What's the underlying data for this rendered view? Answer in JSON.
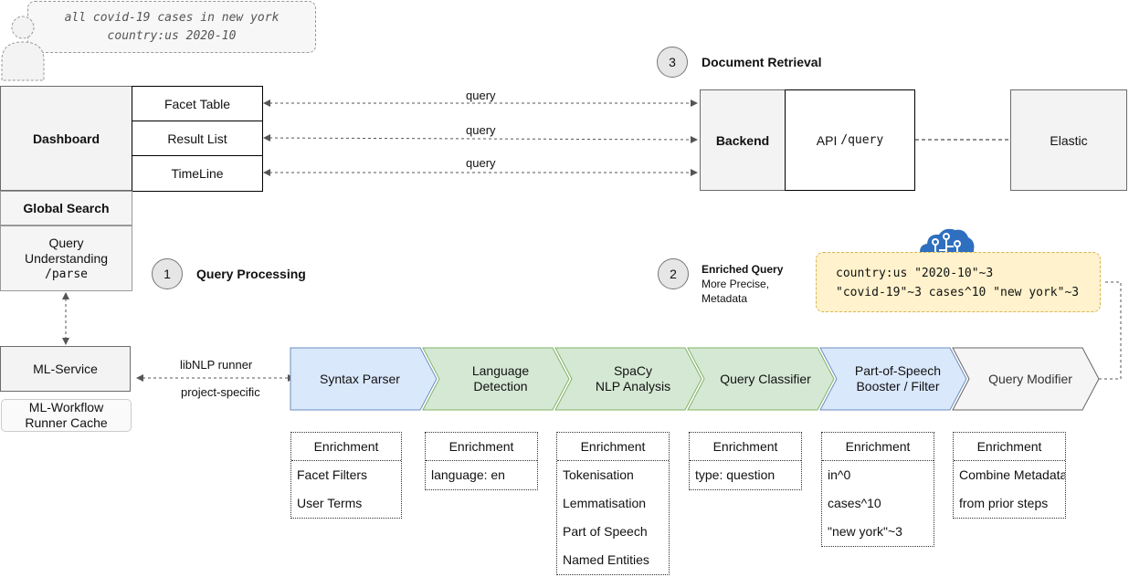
{
  "user_query": {
    "line1": "all covid-19 cases in new york",
    "line2": "country:us 2020-10"
  },
  "dashboard": {
    "title": "Dashboard",
    "widgets": [
      "Facet Table",
      "Result List",
      "TimeLine"
    ],
    "global_search": "Global Search",
    "query_understanding": {
      "line1": "Query",
      "line2": "Understanding",
      "path": "/parse"
    }
  },
  "connections": {
    "query_label": "query"
  },
  "ml_service": {
    "title": "ML-Service",
    "cache_line1": "ML-Workflow",
    "cache_line2": "Runner Cache"
  },
  "runner": {
    "line1": "libNLP runner",
    "line2": "project-specific"
  },
  "steps": [
    {
      "number": "1",
      "label": "Query Processing"
    },
    {
      "number": "2",
      "label": "Enriched Query",
      "sub1": "More Precise,",
      "sub2": "Metadata"
    },
    {
      "number": "3",
      "label": "Document Retrieval"
    }
  ],
  "backend": {
    "title": "Backend",
    "api_label": "API",
    "api_path": "/query",
    "elastic": "Elastic"
  },
  "enriched_query": {
    "line1": "country:us \"2020-10\"~3",
    "line2": "\"covid-19\"~3 cases^10 \"new york\"~3"
  },
  "pipeline": [
    {
      "line1": "Syntax Parser",
      "line2": "",
      "fill": "#dae8fc",
      "stroke": "#6c8ebf"
    },
    {
      "line1": "Language",
      "line2": "Detection",
      "fill": "#d5e8d4",
      "stroke": "#82b366"
    },
    {
      "line1": "SpaCy",
      "line2": "NLP Analysis",
      "fill": "#d5e8d4",
      "stroke": "#82b366"
    },
    {
      "line1": "Query Classifier",
      "line2": "",
      "fill": "#d5e8d4",
      "stroke": "#82b366"
    },
    {
      "line1": "Part-of-Speech",
      "line2": "Booster / Filter",
      "fill": "#dae8fc",
      "stroke": "#6c8ebf"
    },
    {
      "line1": "Query Modifier",
      "line2": "",
      "fill": "#f5f5f5",
      "stroke": "#666666"
    }
  ],
  "enrichments": [
    {
      "head": "Enrichment",
      "items": [
        "Facet Filters",
        "User Terms"
      ]
    },
    {
      "head": "Enrichment",
      "items": [
        "language: en"
      ]
    },
    {
      "head": "Enrichment",
      "items": [
        "Tokenisation",
        "Lemmatisation",
        "Part of Speech",
        "Named Entities"
      ]
    },
    {
      "head": "Enrichment",
      "items": [
        "type: question"
      ]
    },
    {
      "head": "Enrichment",
      "items": [
        "in^0",
        "cases^10",
        "\"new york\"~3"
      ]
    },
    {
      "head": "Enrichment",
      "items": [
        "Combine Metadata",
        "from prior steps"
      ]
    }
  ],
  "icons": {
    "user": "user-icon",
    "brain": "brain-circuit-icon"
  },
  "colors": {
    "accent_blue": "#2f6fbf",
    "highlight_yellow": "#fff2cc"
  }
}
